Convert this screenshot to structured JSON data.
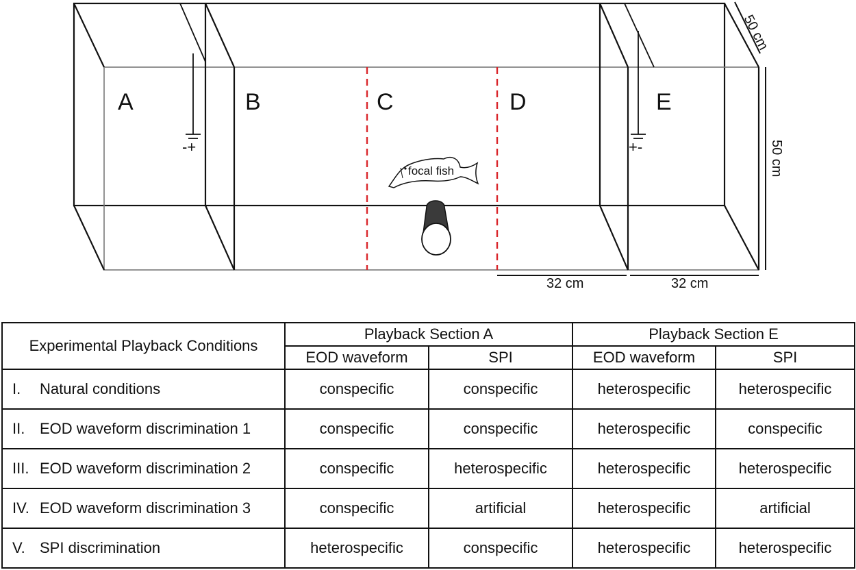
{
  "diagram": {
    "sections": [
      "A",
      "B",
      "C",
      "D",
      "E"
    ],
    "electrode_left_polarity": "-+",
    "electrode_right_polarity": "+-",
    "focal_fish_label": "focal fish",
    "dim_depth": "50 cm",
    "dim_height": "50 cm",
    "dim_d_width": "32 cm",
    "dim_e_width": "32 cm",
    "colors": {
      "line": "#111111",
      "divider": "#d9262b",
      "tube": "#3a3a3a"
    }
  },
  "table": {
    "corner_header": "Experimental Playback Conditions",
    "group_headers": [
      "Playback Section A",
      "Playback Section E"
    ],
    "sub_headers": [
      "EOD waveform",
      "SPI",
      "EOD waveform",
      "SPI"
    ],
    "rows": [
      {
        "num": "I.",
        "label": "Natural conditions",
        "cells": [
          "conspecific",
          "conspecific",
          "heterospecific",
          "heterospecific"
        ]
      },
      {
        "num": "II.",
        "label": "EOD waveform discrimination 1",
        "cells": [
          "conspecific",
          "conspecific",
          "heterospecific",
          "conspecific"
        ]
      },
      {
        "num": "III.",
        "label": "EOD waveform discrimination 2",
        "cells": [
          "conspecific",
          "heterospecific",
          "heterospecific",
          "heterospecific"
        ]
      },
      {
        "num": "IV.",
        "label": "EOD waveform discrimination 3",
        "cells": [
          "conspecific",
          "artificial",
          "heterospecific",
          "artificial"
        ]
      },
      {
        "num": "V.",
        "label": "SPI discrimination",
        "cells": [
          "heterospecific",
          "conspecific",
          "heterospecific",
          "heterospecific"
        ]
      }
    ]
  }
}
